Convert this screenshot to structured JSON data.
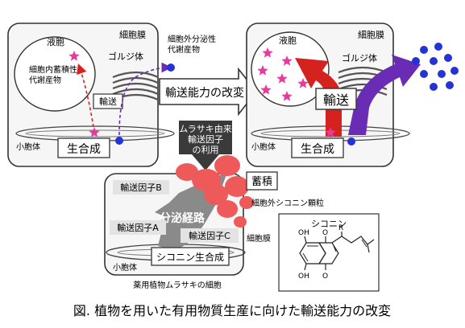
{
  "left_cell": {
    "vacuole_label": "液胞",
    "cell_membrane_label": "細胞膜",
    "accumulated_product_label": "細胞内蓄積性\n代謝産物",
    "golgi_label": "ゴルジ体",
    "transport_label": "輸送",
    "plastid_label": "小胞体",
    "biosynthesis_label": "生合成"
  },
  "secretory_label": "細胞外分泌性\n代謝産物",
  "modification_label": "輸送能力の改変",
  "right_cell": {
    "vacuole_label": "液胞",
    "cell_membrane_label": "細胞膜",
    "golgi_label": "ゴルジ体",
    "transport_label": "輸送",
    "plastid_label": "小胞体",
    "biosynthesis_label": "生合成"
  },
  "factor_box_label": "ムラサキ由来\n輸送因子\nの利用",
  "bottom_cell": {
    "factor_b": "輸送因子B",
    "factor_a": "輸送因子A",
    "factor_c": "輸送因子C",
    "secretion_pathway": "分泌経路",
    "accumulation": "蓄積",
    "granules": "細胞外シコニン顆粒",
    "cell_membrane": "細胞膜",
    "plastid": "小胞体",
    "shikonin_biosynthesis": "シコニン生合成",
    "caption": "薬用植物ムラサキの細胞"
  },
  "structure": {
    "title": "シコニン",
    "oh_top": "OH",
    "oh_bottom": "OH",
    "o_top": "O",
    "o_bottom": "O",
    "r_label": "R"
  },
  "figure_caption": "図. 植物を用いた有用物質生産に向けた輸送能力の改変",
  "colors": {
    "star": "#e43d9e",
    "red_path": "#d6221f",
    "purple_path": "#6a2bb5",
    "dot": "#2433d6",
    "dark_box": "#3a3a3a",
    "granule": "#ee5a5a",
    "gray_zone": "#8a8a8a"
  }
}
